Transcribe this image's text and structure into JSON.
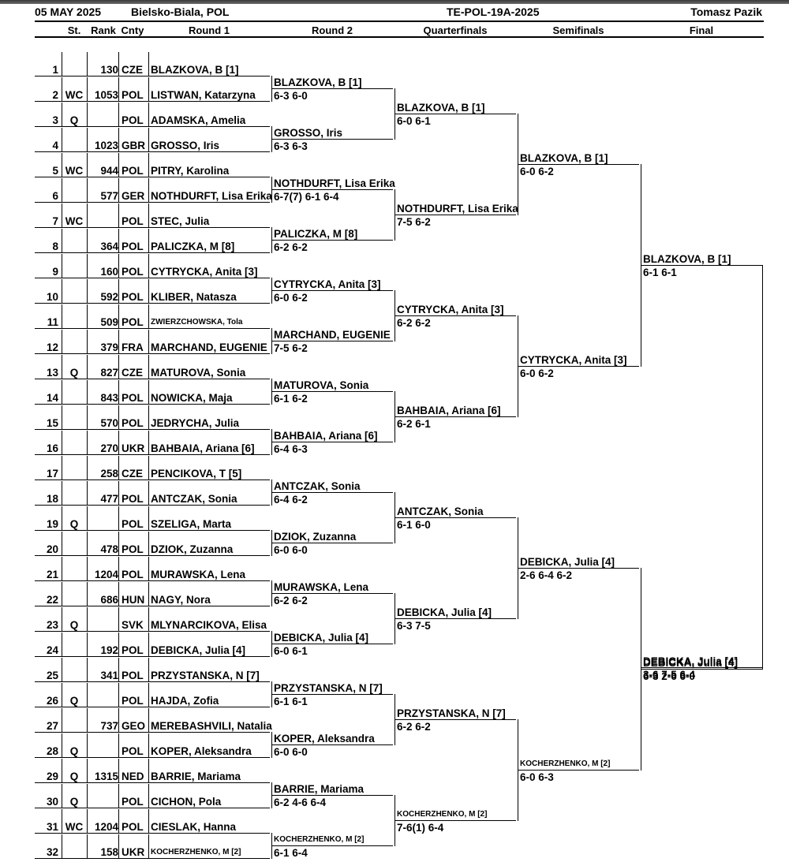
{
  "header": {
    "date": "05 MAY 2025",
    "location": "Bielsko-Biala, POL",
    "tournament_code": "TE-POL-19A-2025",
    "referee": "Tomasz Pazik"
  },
  "columns": {
    "st": "St.",
    "rank": "Rank",
    "cnty": "Cnty",
    "round1": "Round 1",
    "round2": "Round 2",
    "qf": "Quarterfinals",
    "sf": "Semifinals",
    "final": "Final"
  },
  "draw": [
    {
      "num": "1",
      "st": "",
      "rank": "130",
      "cnty": "CZE",
      "name": "BLAZKOVA, B [1]"
    },
    {
      "num": "2",
      "st": "WC",
      "rank": "1053",
      "cnty": "POL",
      "name": "LISTWAN, Katarzyna"
    },
    {
      "num": "3",
      "st": "Q",
      "rank": "",
      "cnty": "POL",
      "name": "ADAMSKA, Amelia"
    },
    {
      "num": "4",
      "st": "",
      "rank": "1023",
      "cnty": "GBR",
      "name": "GROSSO, Iris"
    },
    {
      "num": "5",
      "st": "WC",
      "rank": "944",
      "cnty": "POL",
      "name": "PITRY, Karolina"
    },
    {
      "num": "6",
      "st": "",
      "rank": "577",
      "cnty": "GER",
      "name": "NOTHDURFT, Lisa Erika"
    },
    {
      "num": "7",
      "st": "WC",
      "rank": "",
      "cnty": "POL",
      "name": "STEC, Julia"
    },
    {
      "num": "8",
      "st": "",
      "rank": "364",
      "cnty": "POL",
      "name": "PALICZKA, M [8]"
    },
    {
      "num": "9",
      "st": "",
      "rank": "160",
      "cnty": "POL",
      "name": "CYTRYCKA, Anita [3]"
    },
    {
      "num": "10",
      "st": "",
      "rank": "592",
      "cnty": "POL",
      "name": "KLIBER, Natasza"
    },
    {
      "num": "11",
      "st": "",
      "rank": "509",
      "cnty": "POL",
      "name": "ZWIERZCHOWSKA, Tola",
      "small": true
    },
    {
      "num": "12",
      "st": "",
      "rank": "379",
      "cnty": "FRA",
      "name": "MARCHAND, EUGENIE"
    },
    {
      "num": "13",
      "st": "Q",
      "rank": "827",
      "cnty": "CZE",
      "name": "MATUROVA, Sonia"
    },
    {
      "num": "14",
      "st": "",
      "rank": "843",
      "cnty": "POL",
      "name": "NOWICKA, Maja"
    },
    {
      "num": "15",
      "st": "",
      "rank": "570",
      "cnty": "POL",
      "name": "JEDRYCHA, Julia"
    },
    {
      "num": "16",
      "st": "",
      "rank": "270",
      "cnty": "UKR",
      "name": "BAHBAIA, Ariana [6]"
    },
    {
      "num": "17",
      "st": "",
      "rank": "258",
      "cnty": "CZE",
      "name": "PENCIKOVA, T [5]"
    },
    {
      "num": "18",
      "st": "",
      "rank": "477",
      "cnty": "POL",
      "name": "ANTCZAK, Sonia"
    },
    {
      "num": "19",
      "st": "Q",
      "rank": "",
      "cnty": "POL",
      "name": "SZELIGA, Marta"
    },
    {
      "num": "20",
      "st": "",
      "rank": "478",
      "cnty": "POL",
      "name": "DZIOK, Zuzanna"
    },
    {
      "num": "21",
      "st": "",
      "rank": "1204",
      "cnty": "POL",
      "name": "MURAWSKA, Lena"
    },
    {
      "num": "22",
      "st": "",
      "rank": "686",
      "cnty": "HUN",
      "name": "NAGY, Nora"
    },
    {
      "num": "23",
      "st": "Q",
      "rank": "",
      "cnty": "SVK",
      "name": "MLYNARCIKOVA, Elisa"
    },
    {
      "num": "24",
      "st": "",
      "rank": "192",
      "cnty": "POL",
      "name": "DEBICKA, Julia [4]"
    },
    {
      "num": "25",
      "st": "",
      "rank": "341",
      "cnty": "POL",
      "name": "PRZYSTANSKA, N [7]"
    },
    {
      "num": "26",
      "st": "Q",
      "rank": "",
      "cnty": "POL",
      "name": "HAJDA, Zofia"
    },
    {
      "num": "27",
      "st": "",
      "rank": "737",
      "cnty": "GEO",
      "name": "MEREBASHVILI, Natalia"
    },
    {
      "num": "28",
      "st": "Q",
      "rank": "",
      "cnty": "POL",
      "name": "KOPER, Aleksandra"
    },
    {
      "num": "29",
      "st": "Q",
      "rank": "1315",
      "cnty": "NED",
      "name": "BARRIE, Mariama"
    },
    {
      "num": "30",
      "st": "Q",
      "rank": "",
      "cnty": "POL",
      "name": "CICHON, Pola"
    },
    {
      "num": "31",
      "st": "WC",
      "rank": "1204",
      "cnty": "POL",
      "name": "CIESLAK, Hanna"
    },
    {
      "num": "32",
      "st": "",
      "rank": "158",
      "cnty": "UKR",
      "name": "KOCHERZHENKO, M [2]",
      "small": true
    }
  ],
  "round2": [
    {
      "name": "BLAZKOVA, B [1]",
      "score": "6-3 6-0"
    },
    {
      "name": "GROSSO, Iris",
      "score": "6-3 6-3"
    },
    {
      "name": "NOTHDURFT, Lisa Erika",
      "score": "6-7(7) 6-1 6-4"
    },
    {
      "name": "PALICZKA, M [8]",
      "score": "6-2 6-2"
    },
    {
      "name": "CYTRYCKA, Anita [3]",
      "score": "6-0 6-2"
    },
    {
      "name": "MARCHAND, EUGENIE",
      "score": "7-5 6-2"
    },
    {
      "name": "MATUROVA, Sonia",
      "score": "6-1 6-2"
    },
    {
      "name": "BAHBAIA, Ariana [6]",
      "score": "6-4 6-3"
    },
    {
      "name": "ANTCZAK, Sonia",
      "score": "6-4 6-2"
    },
    {
      "name": "DZIOK, Zuzanna",
      "score": "6-0 6-0"
    },
    {
      "name": "MURAWSKA, Lena",
      "score": "6-2 6-2"
    },
    {
      "name": "DEBICKA, Julia [4]",
      "score": "6-0 6-1"
    },
    {
      "name": "PRZYSTANSKA, N [7]",
      "score": "6-1 6-1"
    },
    {
      "name": "KOPER, Aleksandra",
      "score": "6-0 6-0"
    },
    {
      "name": "BARRIE, Mariama",
      "score": "6-2 4-6 6-4"
    },
    {
      "name": "KOCHERZHENKO, M [2]",
      "score": "6-1 6-4",
      "small": true
    }
  ],
  "quarterfinals": [
    {
      "name": "BLAZKOVA, B [1]",
      "score": "6-0 6-1"
    },
    {
      "name": "NOTHDURFT, Lisa Erika",
      "score": "7-5 6-2"
    },
    {
      "name": "CYTRYCKA, Anita [3]",
      "score": "6-2 6-2"
    },
    {
      "name": "BAHBAIA, Ariana [6]",
      "score": "6-2 6-1"
    },
    {
      "name": "ANTCZAK, Sonia",
      "score": "6-1 6-0"
    },
    {
      "name": "DEBICKA, Julia [4]",
      "score": "6-3 7-5"
    },
    {
      "name": "PRZYSTANSKA, N [7]",
      "score": "6-2 6-2"
    },
    {
      "name": "KOCHERZHENKO, M [2]",
      "score": "7-6(1) 6-4",
      "small": true
    }
  ],
  "semifinals": [
    {
      "name": "BLAZKOVA, B [1]",
      "score": "6-0 6-2"
    },
    {
      "name": "CYTRYCKA, Anita [3]",
      "score": "6-0 6-2"
    },
    {
      "name": "DEBICKA, Julia [4]",
      "score": "2-6 6-4 6-2"
    },
    {
      "name": "KOCHERZHENKO, M [2]",
      "score": "6-0 6-3",
      "small": true
    }
  ],
  "final": [
    {
      "name": "BLAZKOVA, B [1]",
      "score": "6-1 6-1"
    },
    {
      "name": "DEBICKA, Julia [4]",
      "score": "6-3 2-6 6-0"
    }
  ],
  "winner": {
    "name": "DEBICKA, Julia [4]",
    "score": "3-6 7-5 6-4"
  }
}
